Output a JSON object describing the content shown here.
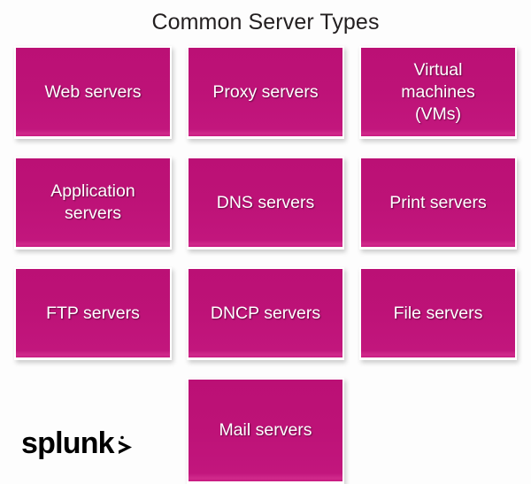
{
  "title": "Common Server Types",
  "brand": {
    "logo_text": "splunk",
    "logo_chevron": ">",
    "logo_name": "splunk-logo"
  },
  "colors": {
    "card_fill": "#BD1277",
    "card_fill_bottom": "#C2167D",
    "card_border": "#FFFFFF",
    "card_text": "#FFFFFF",
    "background": "#FDFDFD",
    "title_text": "#231F20",
    "logo_text": "#000000"
  },
  "cards": [
    {
      "label": "Web servers",
      "row": 1,
      "col": 1
    },
    {
      "label": "Proxy servers",
      "row": 1,
      "col": 2
    },
    {
      "label": "Virtual\nmachines\n(VMs)",
      "row": 1,
      "col": 3
    },
    {
      "label": "Application\nservers",
      "row": 2,
      "col": 1
    },
    {
      "label": "DNS servers",
      "row": 2,
      "col": 2
    },
    {
      "label": "Print servers",
      "row": 2,
      "col": 3
    },
    {
      "label": "FTP servers",
      "row": 3,
      "col": 1
    },
    {
      "label": "DNCP servers",
      "row": 3,
      "col": 2
    },
    {
      "label": "File servers",
      "row": 3,
      "col": 3
    },
    {
      "label": "Mail servers",
      "row": 4,
      "col": 2
    }
  ]
}
